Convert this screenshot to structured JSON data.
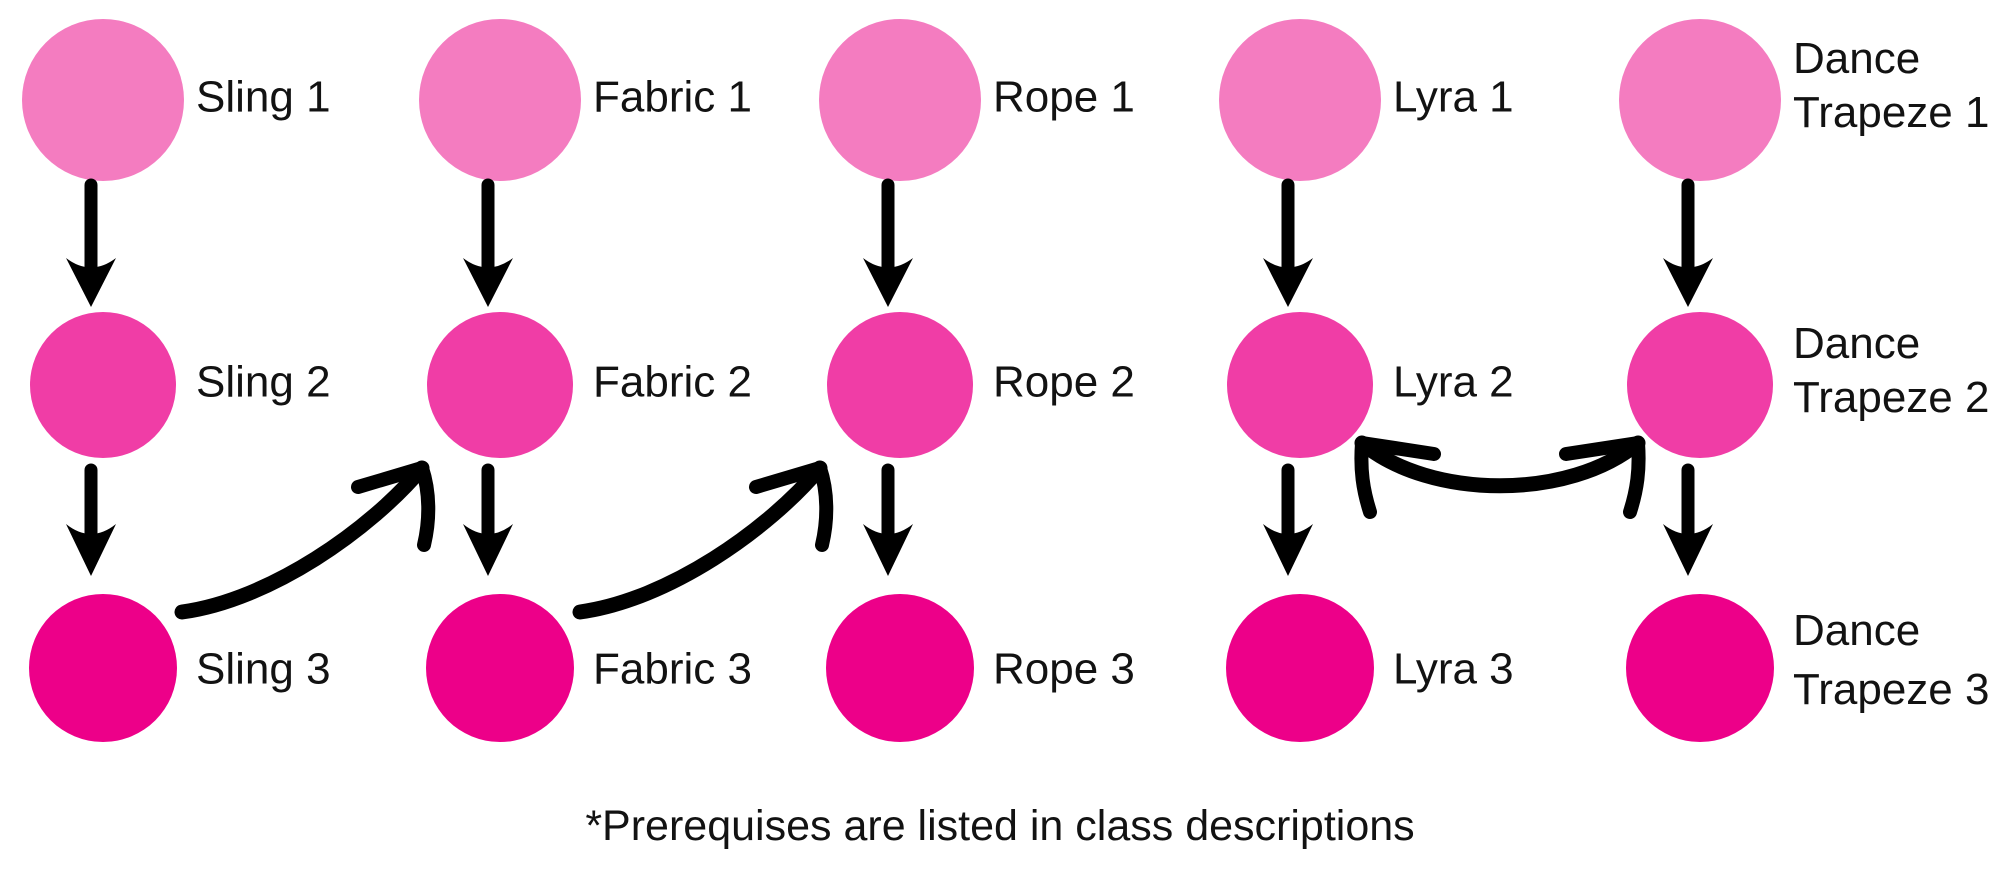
{
  "diagram": {
    "title_caption": "*Prerequises are listed in class descriptions",
    "colors": {
      "level1": "#F47CC0",
      "level2": "#F03DA6",
      "level3": "#ED0089",
      "arrow": "#000000",
      "text": "#121212",
      "background": "#FFFFFF"
    },
    "columns": [
      {
        "name": "sling",
        "nodes": [
          {
            "label": "Sling 1",
            "level": 1
          },
          {
            "label": "Sling 2",
            "level": 2
          },
          {
            "label": "Sling 3",
            "level": 3
          }
        ]
      },
      {
        "name": "fabric",
        "nodes": [
          {
            "label": "Fabric 1",
            "level": 1
          },
          {
            "label": "Fabric 2",
            "level": 2
          },
          {
            "label": "Fabric 3",
            "level": 3
          }
        ]
      },
      {
        "name": "rope",
        "nodes": [
          {
            "label": "Rope 1",
            "level": 1
          },
          {
            "label": "Rope 2",
            "level": 2
          },
          {
            "label": "Rope 3",
            "level": 3
          }
        ]
      },
      {
        "name": "lyra",
        "nodes": [
          {
            "label": "Lyra 1",
            "level": 1
          },
          {
            "label": "Lyra 2",
            "level": 2
          },
          {
            "label": "Lyra 3",
            "level": 3
          }
        ]
      },
      {
        "name": "dance-trapeze",
        "nodes": [
          {
            "label_line1": "Dance",
            "label_line2": "Trapeze 1",
            "level": 1
          },
          {
            "label_line1": "Dance",
            "label_line2": "Trapeze 2",
            "level": 2
          },
          {
            "label_line1": "Dance",
            "label_line2": "Trapeze 3",
            "level": 3
          }
        ]
      }
    ],
    "connections": [
      {
        "name": "sling-1-to-2",
        "type": "straight-down"
      },
      {
        "name": "sling-2-to-3",
        "type": "straight-down"
      },
      {
        "name": "fabric-1-to-2",
        "type": "straight-down"
      },
      {
        "name": "fabric-2-to-3",
        "type": "straight-down"
      },
      {
        "name": "rope-1-to-2",
        "type": "straight-down"
      },
      {
        "name": "rope-2-to-3",
        "type": "straight-down"
      },
      {
        "name": "lyra-1-to-2",
        "type": "straight-down"
      },
      {
        "name": "lyra-2-to-3",
        "type": "straight-down"
      },
      {
        "name": "dance-trapeze-1-to-2",
        "type": "straight-down"
      },
      {
        "name": "dance-trapeze-2-to-3",
        "type": "straight-down"
      },
      {
        "name": "sling-3-to-fabric-2",
        "type": "curved-up-right"
      },
      {
        "name": "fabric-3-to-rope-2",
        "type": "curved-up-right"
      },
      {
        "name": "lyra-2-and-dance-trapeze-2",
        "type": "curved-double-headed"
      }
    ]
  }
}
